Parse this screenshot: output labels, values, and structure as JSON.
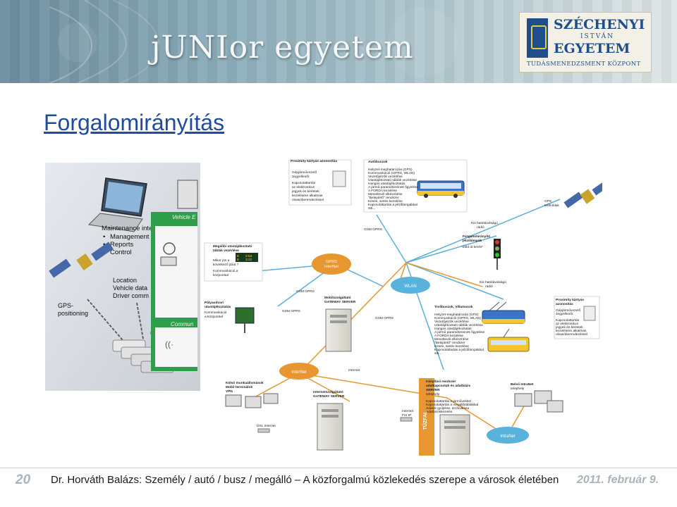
{
  "header": {
    "brand": "jUNIor egyetem",
    "logo": {
      "line1": "SZÉCHENYI",
      "line2": "ISTVÁN",
      "line3": "EGYETEM",
      "line4": "TUDÁSMENEDZSMENT KÖZPONT"
    }
  },
  "slide": {
    "title": "Forgalomirányítás"
  },
  "left_panel": {
    "maintenance_title": "Maintenance interface",
    "maintenance_items": [
      "Management",
      "Reports",
      "Control"
    ],
    "location_items": [
      "Location",
      "Vehicle data",
      "Driver comm"
    ],
    "gps_label": "GPS-\npositioning",
    "green_panel_title": "Vehicle E",
    "green_panel_title2": "Commun"
  },
  "diagram": {
    "proximity_top": {
      "title": "Proximity kártyás azonosítás",
      "l1": "Gépjárművezető",
      "l2": "Jegyellenőr",
      "l3": "Kapcsolattartás",
      "l4": "az elektronikus",
      "l5": "jegyek és bérletek",
      "l6": "kezelésére alkalmas",
      "l7": "olvasóberendezéssel"
    },
    "bus": {
      "title": "Autóbuszok",
      "l1": "Helyzet-meghatározás (GPS)",
      "l2": "Kommunikáció (GPRS, WLAN)",
      "l3": "Vezetőjelzők vezérlése",
      "l4": "Utastájékoztató táblák vezérlése",
      "l5": "Hangos utastájékoztatás",
      "l6": "A jármű paramétereinek figyelése",
      "l7": "A FORDA kezelése",
      "l8": "Menetlevél elkészítése",
      "l9": "\"Beleptető\" rendszer",
      "l10": "Késés, sietés kezelése",
      "l11": "Kapcsolattartás a jelzőlámpákkal",
      "l12": "stb..."
    },
    "gps_satellite": "GPS\nMűholdak",
    "gsm_gprs_1": "GSM GPRS",
    "gsm_gprs_2": "GSM GPRS",
    "gsm_gprs_3": "GSM GPRS",
    "gsm_gprs_4": "GSM GPRS",
    "radio_1": "Kis hatótávolságú\nrádió",
    "radio_2": "Kis hatótávolságú\nrádió",
    "signal": {
      "title": "Forgalomirányító\njelzőlámpák",
      "text": "\"Zöld út kérés\""
    },
    "stop_display": {
      "title": "Megállói utastájékoztató\ntáblák vezérlése",
      "l1": "Mikor jön a",
      "l2": "következő járat ?",
      "l3": "Kommunikáció a",
      "l4": "központtal",
      "d1": "6",
      "d2": "2:53",
      "d3": "8",
      "d4": "3:22"
    },
    "gprs_bubble": "GPRS\nInterNet",
    "wlan_bubble": "WLAN",
    "internet_bubble": "InterNet",
    "intranet_bubble": "IntraNet",
    "yard": {
      "title": "Pályaudvari\nutastájékoztatás",
      "l1": "Kommunikáció",
      "l2": "a központtal"
    },
    "mobile_gateway": {
      "title": "Mobilszolgáltató\nGATEWAY SERVER"
    },
    "trolley": {
      "title": "Trolibuszok, Villamosok",
      "l1": "Helyzet-meghatározás (GPS)",
      "l2": "Kommunikáció (GPRS, WLAN)",
      "l3": "Vezetőjelzők vezérlése",
      "l4": "Utastájékoztató táblák vezérlése",
      "l5": "Hangos utastájékoztatás",
      "l6": "A jármű paramétereinek figyelése",
      "l7": "A FORDA kezelése",
      "l8": "Menetlevél elkészítése",
      "l9": "\"Beleptető\" rendszer",
      "l10": "Késés, sietés kezelése",
      "l11": "Kapcsolattartás a jelzőlámpákkal",
      "l12": "stb..."
    },
    "proximity_right": {
      "title": "Proximity kártyás\nazonosítás",
      "l1": "Gépjárművezető",
      "l2": "Jegyellenőr",
      "l3": "Kapcsolattartás",
      "l4": "az elektronikus",
      "l5": "jegyek és bérletek",
      "l6": "kezelésére alkalmas",
      "l7": "olvasóberendezéssel"
    },
    "internet_label": "Internet",
    "remote": {
      "title": "Külső munkaállomások\nMobil terminálok\nVPN"
    },
    "internet_gateway": {
      "title": "Internetszolgáltató\nGATEWAY SERVER"
    },
    "internet_fix_ip": "Internet\nFIX IP",
    "dsl": "DSL Internet",
    "control": {
      "title": "Irányítási rendszer\nadatkapcsolati és adatbázis\nSERVER",
      "subtitle": "telephely",
      "l1": "Kapcsolattartás a járművekkel",
      "l2": "Kapcsolattartás a megállótáblákkal",
      "l3": "Adatok gyűjtése, archiválása",
      "l4": "Adatbáziskezelés",
      "firewall": "TŰZFAL"
    },
    "intranet": {
      "title": "Belső IntraNet",
      "subtitle": "telephely"
    }
  },
  "footer": {
    "page": "20",
    "text": "Dr. Horváth Balázs: Személy / autó / busz / megálló – A közforgalmú közlekedés szerepe a városok életében",
    "date": "2011. február 9."
  }
}
